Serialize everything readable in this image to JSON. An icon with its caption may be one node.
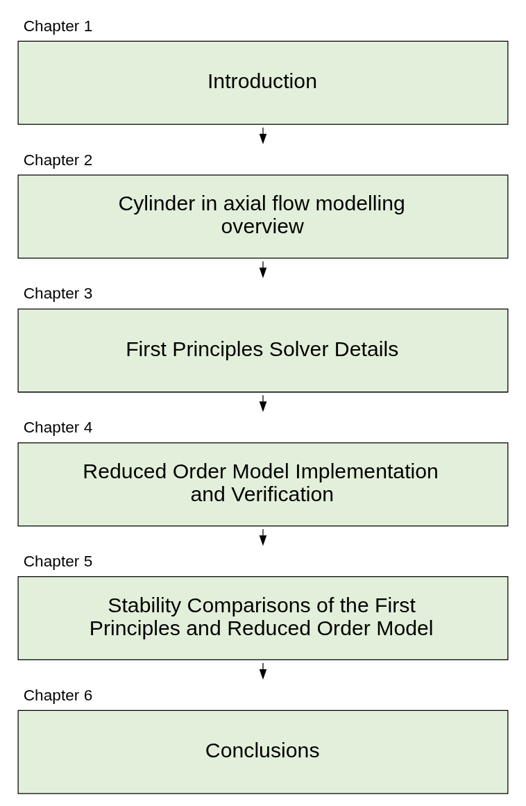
{
  "diagram": {
    "nodes": [
      {
        "text": [
          "Chapter 1",
          "Introduction"
        ]
      },
      {
        "text": [
          "Chapter 2",
          "Cylinder in axial flow modelling overview"
        ]
      },
      {
        "text": [
          "Chapter 3",
          "First Principles Solver Details"
        ]
      },
      {
        "text": [
          "Chapter 4",
          "Reduced Order Model Implementation and Verification"
        ]
      },
      {
        "text": [
          "Chapter 5",
          "Stability Comparisons of the First Principles and Reduced Order Model"
        ]
      },
      {
        "text": [
          "Chapter 6",
          "Conclusions"
        ]
      }
    ],
    "edges": [
      {
        "from": 0,
        "to": 1,
        "arrow": "to"
      },
      {
        "from": 1,
        "to": 2,
        "arrow": "to"
      },
      {
        "from": 2,
        "to": 3,
        "arrow": "to"
      },
      {
        "from": 3,
        "to": 4,
        "arrow": "to"
      },
      {
        "from": 4,
        "to": 5,
        "arrow": "to"
      }
    ]
  }
}
